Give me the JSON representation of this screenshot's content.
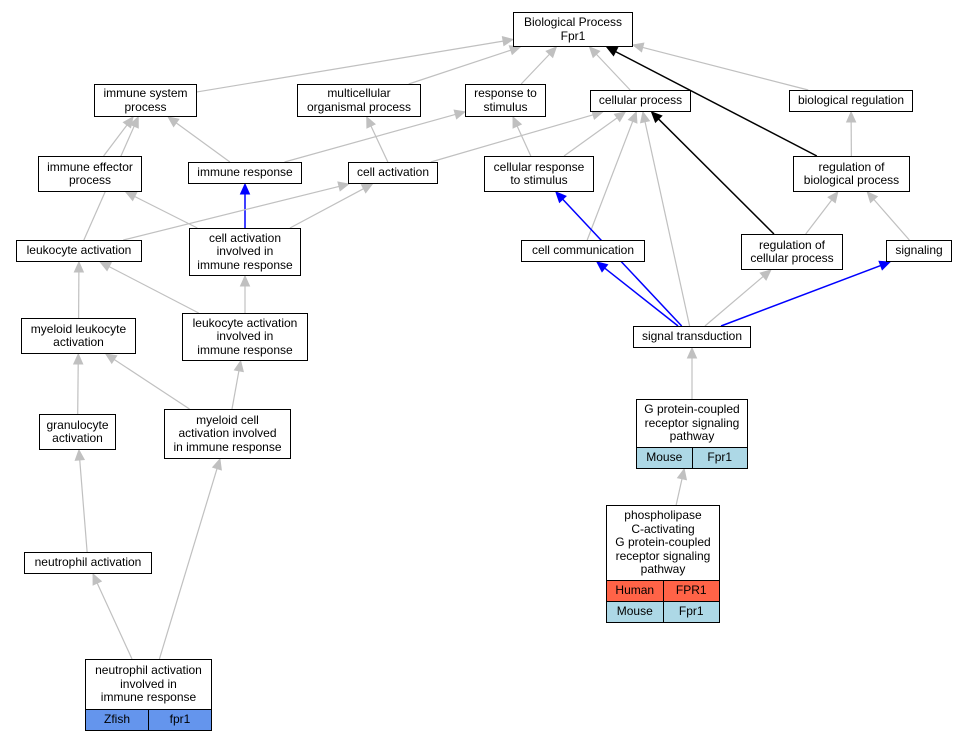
{
  "colors": {
    "edge_gray": "#c0c0c0",
    "edge_blue": "#0000ff",
    "edge_black": "#000000",
    "species": {
      "Mouse": "#add8e6",
      "Human": "#ff6347",
      "Zfish": "#6495ed"
    }
  },
  "nodes": {
    "bp": {
      "label": "Biological Process\nFpr1"
    },
    "iss": {
      "label": "immune system\nprocess"
    },
    "mop": {
      "label": "multicellular\norganismal process"
    },
    "rts": {
      "label": "response to\nstimulus"
    },
    "cp": {
      "label": "cellular process"
    },
    "br": {
      "label": "biological regulation"
    },
    "iep": {
      "label": "immune effector\nprocess"
    },
    "ir": {
      "label": "immune response"
    },
    "ca": {
      "label": "cell activation"
    },
    "crs": {
      "label": "cellular response\nto stimulus"
    },
    "rbp": {
      "label": "regulation of\nbiological process"
    },
    "la": {
      "label": "leukocyte activation"
    },
    "caiir": {
      "label": "cell activation\ninvolved in\nimmune response"
    },
    "cc": {
      "label": "cell communication"
    },
    "rcp": {
      "label": "regulation of\ncellular process"
    },
    "sig": {
      "label": "signaling"
    },
    "mla": {
      "label": "myeloid leukocyte\nactivation"
    },
    "laiir": {
      "label": "leukocyte activation\ninvolved in\nimmune response"
    },
    "st": {
      "label": "signal transduction"
    },
    "ga": {
      "label": "granulocyte\nactivation"
    },
    "mcaiir": {
      "label": "myeloid cell\nactivation involved\nin immune response"
    },
    "gpcr": {
      "label": "G protein-coupled\nreceptor signaling\npathway",
      "rows": [
        {
          "species": "Mouse",
          "gene": "Fpr1"
        }
      ]
    },
    "na": {
      "label": "neutrophil activation"
    },
    "plc": {
      "label": "phospholipase\nC-activating\nG protein-coupled\nreceptor signaling\npathway",
      "rows": [
        {
          "species": "Human",
          "gene": "FPR1"
        },
        {
          "species": "Mouse",
          "gene": "Fpr1"
        }
      ]
    },
    "naiir": {
      "label": "neutrophil activation\ninvolved in\nimmune response",
      "rows": [
        {
          "species": "Zfish",
          "gene": "fpr1"
        }
      ]
    }
  },
  "edges": [
    {
      "from": "iss",
      "to": "bp",
      "color": "gray"
    },
    {
      "from": "mop",
      "to": "bp",
      "color": "gray"
    },
    {
      "from": "rts",
      "to": "bp",
      "color": "gray"
    },
    {
      "from": "cp",
      "to": "bp",
      "color": "gray"
    },
    {
      "from": "br",
      "to": "bp",
      "color": "gray"
    },
    {
      "from": "rbp",
      "to": "bp",
      "color": "black"
    },
    {
      "from": "iep",
      "to": "iss",
      "color": "gray"
    },
    {
      "from": "ir",
      "to": "iss",
      "color": "gray"
    },
    {
      "from": "la",
      "to": "iss",
      "color": "gray"
    },
    {
      "from": "ir",
      "to": "rts",
      "color": "gray"
    },
    {
      "from": "ca",
      "to": "mop",
      "color": "gray"
    },
    {
      "from": "ca",
      "to": "cp",
      "color": "gray"
    },
    {
      "from": "crs",
      "to": "rts",
      "color": "gray"
    },
    {
      "from": "crs",
      "to": "cp",
      "color": "gray"
    },
    {
      "from": "cc",
      "to": "cp",
      "color": "gray"
    },
    {
      "from": "st",
      "to": "cp",
      "color": "gray"
    },
    {
      "from": "rcp",
      "to": "cp",
      "color": "black"
    },
    {
      "from": "rbp",
      "to": "br",
      "color": "gray"
    },
    {
      "from": "caiir",
      "to": "ir",
      "color": "blue"
    },
    {
      "from": "caiir",
      "to": "ca",
      "color": "gray"
    },
    {
      "from": "caiir",
      "to": "iep",
      "color": "gray"
    },
    {
      "from": "la",
      "to": "ca",
      "color": "gray"
    },
    {
      "from": "rcp",
      "to": "rbp",
      "color": "gray"
    },
    {
      "from": "sig",
      "to": "rbp",
      "color": "gray"
    },
    {
      "from": "mla",
      "to": "la",
      "color": "gray"
    },
    {
      "from": "laiir",
      "to": "la",
      "color": "gray"
    },
    {
      "from": "laiir",
      "to": "caiir",
      "color": "gray"
    },
    {
      "from": "st",
      "to": "crs",
      "color": "blue"
    },
    {
      "from": "st",
      "to": "cc",
      "color": "blue"
    },
    {
      "from": "st",
      "to": "rcp",
      "color": "gray"
    },
    {
      "from": "st",
      "to": "sig",
      "color": "blue"
    },
    {
      "from": "ga",
      "to": "mla",
      "color": "gray"
    },
    {
      "from": "mcaiir",
      "to": "mla",
      "color": "gray"
    },
    {
      "from": "mcaiir",
      "to": "laiir",
      "color": "gray"
    },
    {
      "from": "gpcr",
      "to": "st",
      "color": "gray"
    },
    {
      "from": "na",
      "to": "ga",
      "color": "gray"
    },
    {
      "from": "plc",
      "to": "gpcr",
      "color": "gray"
    },
    {
      "from": "naiir",
      "to": "na",
      "color": "gray"
    },
    {
      "from": "naiir",
      "to": "mcaiir",
      "color": "gray"
    }
  ]
}
